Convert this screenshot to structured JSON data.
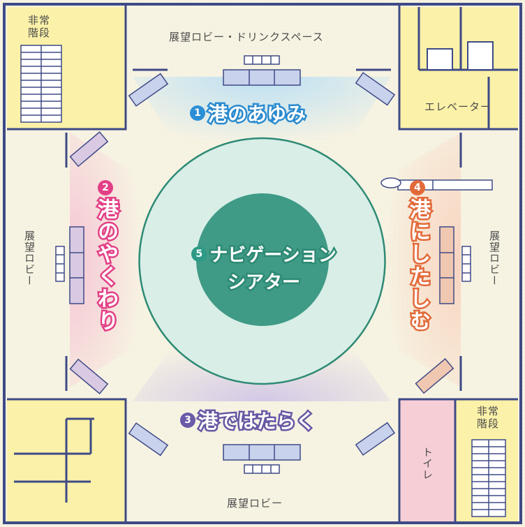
{
  "map": {
    "labels": {
      "top_lobby": "展望ロビー・ドリンクスペース",
      "emergency_stairs_tl": "非常\n階段",
      "elevator": "エレベーター",
      "left_lobby": "展望ロビー",
      "right_lobby": "展望ロビー",
      "bottom_lobby": "展望ロビー",
      "emergency_stairs_br": "非常\n階段",
      "toilet": "トイレ"
    },
    "zones": [
      {
        "num": "1",
        "title": "港のあゆみ",
        "color": "#2b8fd6"
      },
      {
        "num": "2",
        "title": "港のやくわり",
        "color": "#e23f86"
      },
      {
        "num": "3",
        "title": "港ではたらく",
        "color": "#6a5aa8"
      },
      {
        "num": "4",
        "title": "港にしたしむ",
        "color": "#e26a3a"
      },
      {
        "num": "5",
        "title": "ナビゲーションシアター",
        "title_line1": "ナビゲーション",
        "title_line2": "シアター",
        "color": "#2e9a86"
      }
    ],
    "colors": {
      "wall": "#3e4a86",
      "floor": "#f7f3e3",
      "room_yellow": "#fbf1a8",
      "toilet_pink": "#f6cfd6",
      "theater_outer": "#d8eee7",
      "theater_inner": "#3f9a86",
      "theater_stroke": "#2e8a74"
    }
  }
}
